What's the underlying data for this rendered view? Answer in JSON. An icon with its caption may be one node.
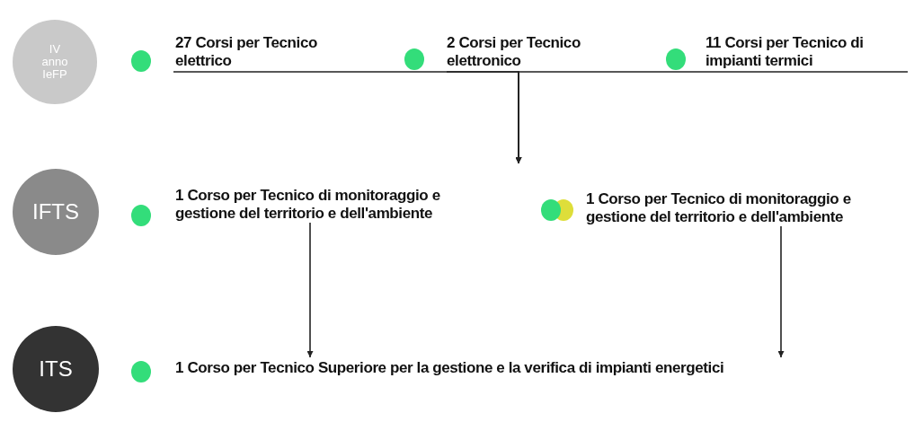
{
  "diagram": {
    "nodes": [
      {
        "text": [
          "IV anno IeFP"
        ]
      },
      {
        "text": [
          "27 Corsi per Tecnico elettrico"
        ]
      },
      {
        "text": [
          "2 Corsi per Tecnico elettronico"
        ]
      },
      {
        "text": [
          "11 Corsi per Tecnico di impianti termici"
        ]
      },
      {
        "text": [
          "IFTS"
        ]
      },
      {
        "text": [
          "1 Corso per Tecnico di monitoraggio e gestione del territorio e dell'ambiente"
        ]
      },
      {
        "text": [
          "1 Corso per Tecnico di monitoraggio e gestione del territorio e dell'ambiente"
        ]
      },
      {
        "text": [
          "ITS"
        ]
      },
      {
        "text": [
          "1 Corso per Tecnico Superiore per la gestione e la verifica di impianti energetici"
        ]
      }
    ],
    "edges": [
      {
        "from": 1,
        "to": null,
        "arrow": "to"
      },
      {
        "from": 2,
        "to": null,
        "arrow": "to"
      },
      {
        "from": 3,
        "to": null,
        "arrow": "to"
      },
      {
        "from": 5,
        "to": 8,
        "arrow": "to"
      },
      {
        "from": 6,
        "to": 8,
        "arrow": "to"
      }
    ]
  }
}
